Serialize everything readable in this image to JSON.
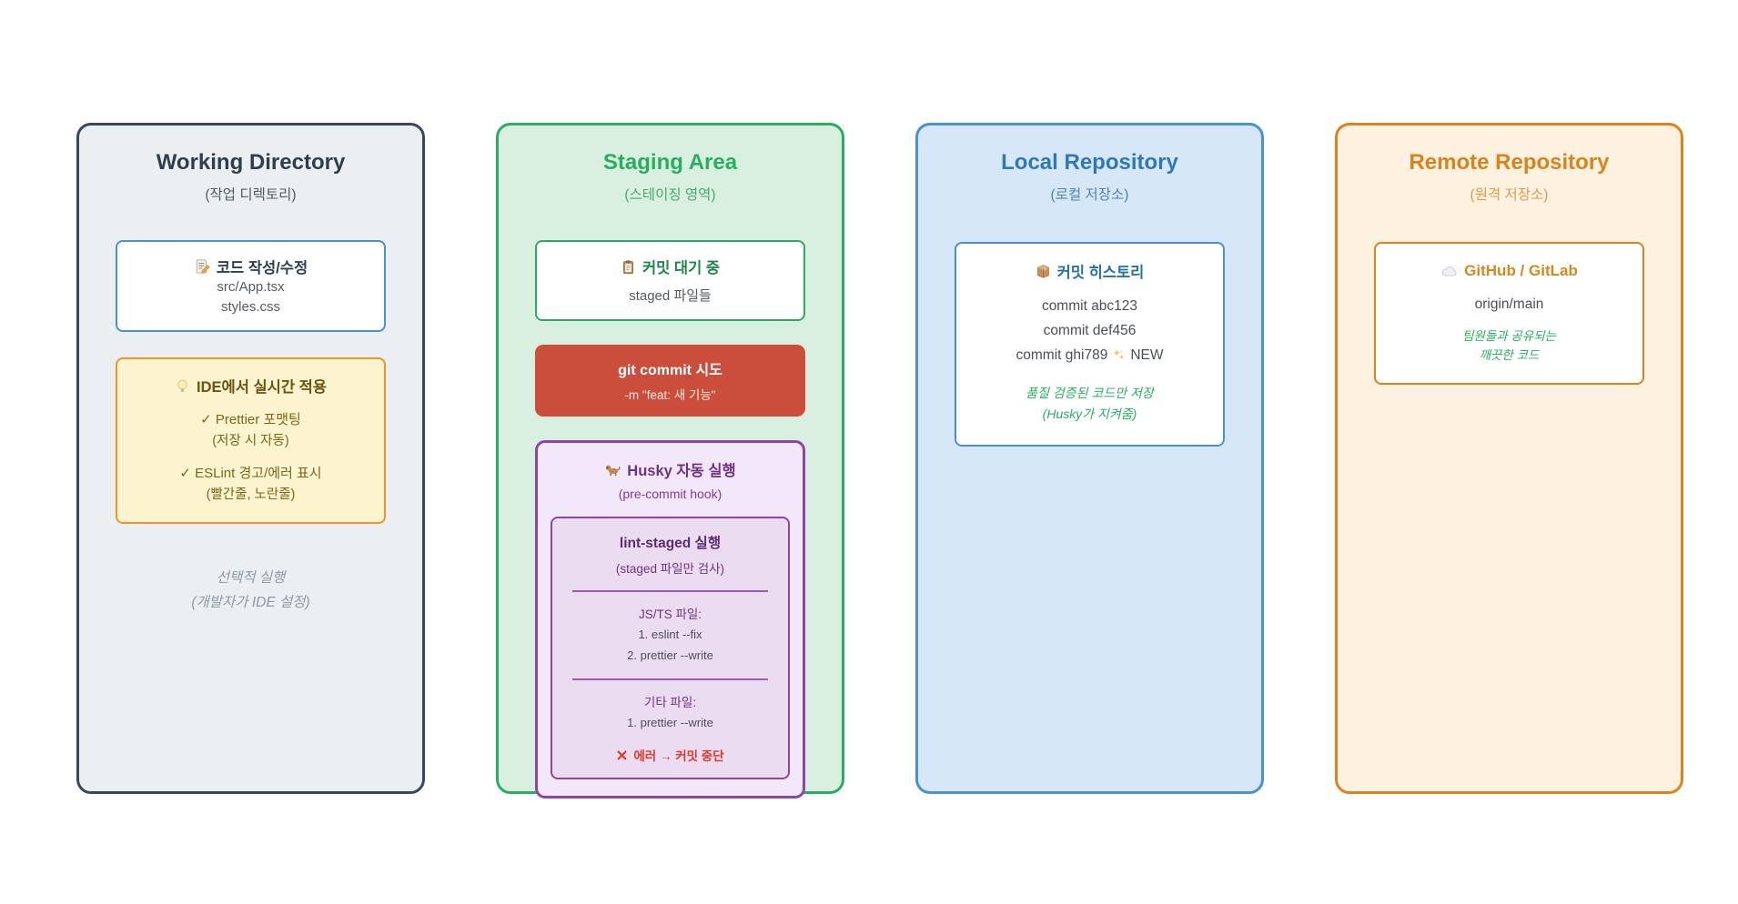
{
  "columns": [
    {
      "title": "Working Directory",
      "subtitle": "(작업 디렉토리)",
      "accent_color": "#34495e",
      "code_card": {
        "icon": "memo-icon",
        "title": "코드 작성/수정",
        "files": [
          "src/App.tsx",
          "styles.css"
        ]
      },
      "ide_card": {
        "icon": "lightbulb-icon",
        "title": "IDE에서 실시간 적용",
        "items": [
          {
            "label": "✓ Prettier 포맷팅",
            "note": "(저장 시 자동)"
          },
          {
            "label": "✓ ESLint 경고/에러 표시",
            "note": "(빨간줄, 노란줄)"
          }
        ]
      },
      "footnote": {
        "line1": "선택적 실행",
        "line2": "(개발자가 IDE 설정)"
      }
    },
    {
      "title": "Staging Area",
      "subtitle": "(스테이징 영역)",
      "accent_color": "#27ae60",
      "staged_card": {
        "icon": "clipboard-icon",
        "title": "커밋 대기 중",
        "body": "staged 파일들"
      },
      "commit_card": {
        "title": "git commit 시도",
        "body": "-m \"feat: 새 기능\"",
        "bg_color": "#cb4e3c"
      },
      "husky_card": {
        "icon": "dog-icon",
        "title": "Husky 자동 실행",
        "subtitle": "(pre-commit hook)",
        "lint_card": {
          "title": "lint-staged 실행",
          "subtitle": "(staged 파일만 검사)",
          "sections": [
            {
              "heading": "JS/TS 파일:",
              "steps": [
                "1. eslint --fix",
                "2. prettier --write"
              ]
            },
            {
              "heading": "기타 파일:",
              "steps": [
                "1. prettier --write"
              ]
            }
          ],
          "error": {
            "icon": "cross-icon",
            "text": "에러 → 커밋 중단",
            "color": "#dd3a28"
          }
        }
      }
    },
    {
      "title": "Local Repository",
      "subtitle": "(로컬 저장소)",
      "accent_color": "#4a90d2",
      "history_card": {
        "icon": "package-icon",
        "title": "커밋 히스토리",
        "commits": [
          "commit abc123",
          "commit def456",
          "commit ghi789"
        ],
        "new_badge": {
          "icon": "sparkles-icon",
          "label": "NEW"
        },
        "note": {
          "line1": "품질 검증된 코드만 저장",
          "line2": "(Husky가 지켜줌)",
          "color": "#27ae60"
        }
      }
    },
    {
      "title": "Remote Repository",
      "subtitle": "(원격 저장소)",
      "accent_color": "#e0811f",
      "remote_card": {
        "icon": "cloud-icon",
        "title": "GitHub / GitLab",
        "branch": "origin/main",
        "note": {
          "line1": "팀원들과 공유되는",
          "line2": "깨끗한 코드",
          "color": "#27ae60"
        }
      }
    }
  ]
}
